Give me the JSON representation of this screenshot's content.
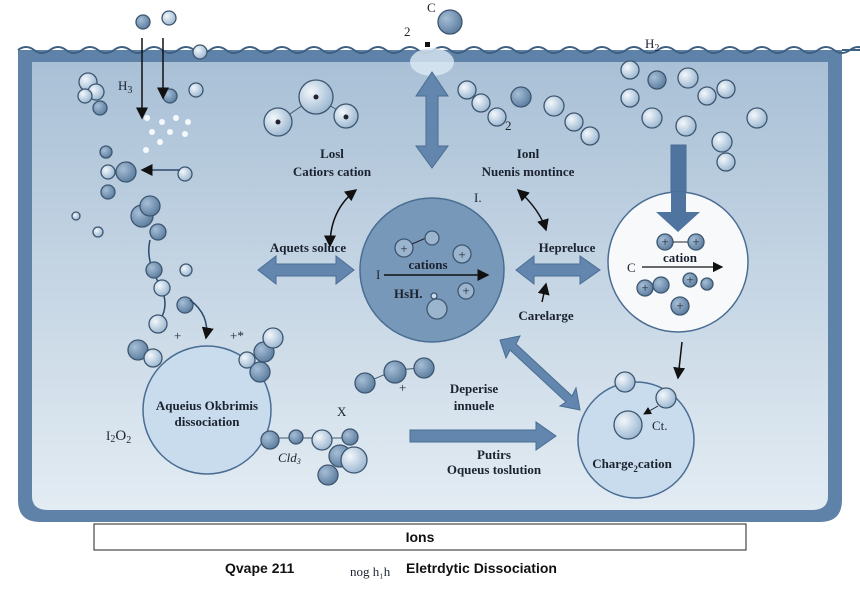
{
  "diagram": {
    "colors": {
      "tank_wall": "#5f82a8",
      "water_top": "#a9c0d6",
      "water_bottom": "#e3ecf3",
      "arrow": "#6286ad",
      "center_circle": "#7898ba",
      "light_circle": "#c9dced",
      "white_circle": "#f7f9fb"
    },
    "labels": {
      "top_c": "C",
      "top_2": "2",
      "top_h2": "H",
      "top_h2_sub": "2",
      "h3": "H",
      "h3_sub": "3",
      "left_top_1": "Losl",
      "left_top_2": "Catiors cation",
      "right_top_1": "Ionl",
      "right_top_2": "Nuenis montince",
      "i_dot": "I.",
      "aqueous": "Aquets soluce",
      "center_cations": "cations",
      "center_i": "I",
      "center_hh": "HsH.",
      "hepreluce": "Hepreluce",
      "carelarge": "Carelarge",
      "right_c": "C",
      "right_cation": "cation",
      "left_circle_1": "Aqueius Okbrimis",
      "left_circle_2": "dissociation",
      "i2o2": "I",
      "i2o2_sub": "2",
      "i2o2_o": "O",
      "i2o2_o_sub": "2",
      "x": "X",
      "cld3": "Cld",
      "cld3_sub": "3",
      "deperise_1": "Deperise",
      "deperise_2": "innuele",
      "putirs_1": "Putirs",
      "putirs_2": "Oqueus toslution",
      "ct": "Ct.",
      "charge": "Charge",
      "charge_sub": "2",
      "charge_cation": "cation",
      "plus": "+",
      "plus_star": "+*",
      "two": "2"
    },
    "legend_box": "Ions",
    "caption": {
      "left": "Qvape 211",
      "mid": "nog h₁h",
      "right": "Eletrdytic Dissociation"
    }
  }
}
